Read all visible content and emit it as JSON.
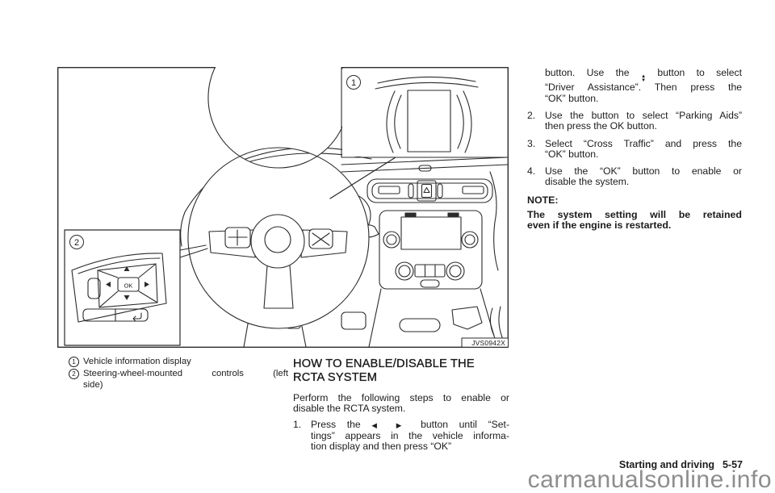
{
  "colors": {
    "ink": "#1c1c1c",
    "line_art": "#2b2b2b",
    "watermark_gray": "#8d8d8d"
  },
  "icons": {
    "left_arrow": "◀",
    "right_arrow": "▶",
    "up_arrow": "▲",
    "down_arrow": "▼"
  },
  "figure": {
    "code": "JVS0942X",
    "callout1_num": "1",
    "callout2_num": "2",
    "ok_label": "OK"
  },
  "legend": {
    "items": [
      {
        "num": "1",
        "lines": [
          "Vehicle information display"
        ]
      },
      {
        "num": "2",
        "lines": [
          "Steering-wheel-mounted controls (left",
          "side)"
        ]
      }
    ]
  },
  "article": {
    "heading_lines": [
      "HOW TO ENABLE/DISABLE THE",
      "RCTA SYSTEM"
    ],
    "intro_lines": [
      "Perform the following steps to enable or",
      "disable the RCTA system."
    ],
    "step1": {
      "num": "1.",
      "line1_before": "Press the",
      "line1_after": "button until “Set-",
      "lines_rest": [
        "tings” appears in the vehicle informa-",
        "tion display and then press “OK”"
      ]
    }
  },
  "right_col": {
    "cont": {
      "line1_before": "button. Use the",
      "line1_after": "button to select",
      "lines_rest": [
        "“Driver Assistance”. Then press the",
        "“OK” button."
      ]
    },
    "steps": [
      {
        "num": "2.",
        "lines": [
          "Use the button to select “Parking Aids”",
          "then press the OK button."
        ]
      },
      {
        "num": "3.",
        "lines": [
          "Select “Cross Traffic” and press the",
          "“OK” button."
        ]
      },
      {
        "num": "4.",
        "lines": [
          "Use the “OK” button to enable or",
          "disable the system."
        ]
      }
    ],
    "note_label": "NOTE:",
    "note_lines": [
      "The system setting will be retained",
      "even if the engine is restarted."
    ]
  },
  "footer": {
    "section": "Starting and driving",
    "page": "5-57",
    "watermark": "carmanualsonline.info"
  }
}
